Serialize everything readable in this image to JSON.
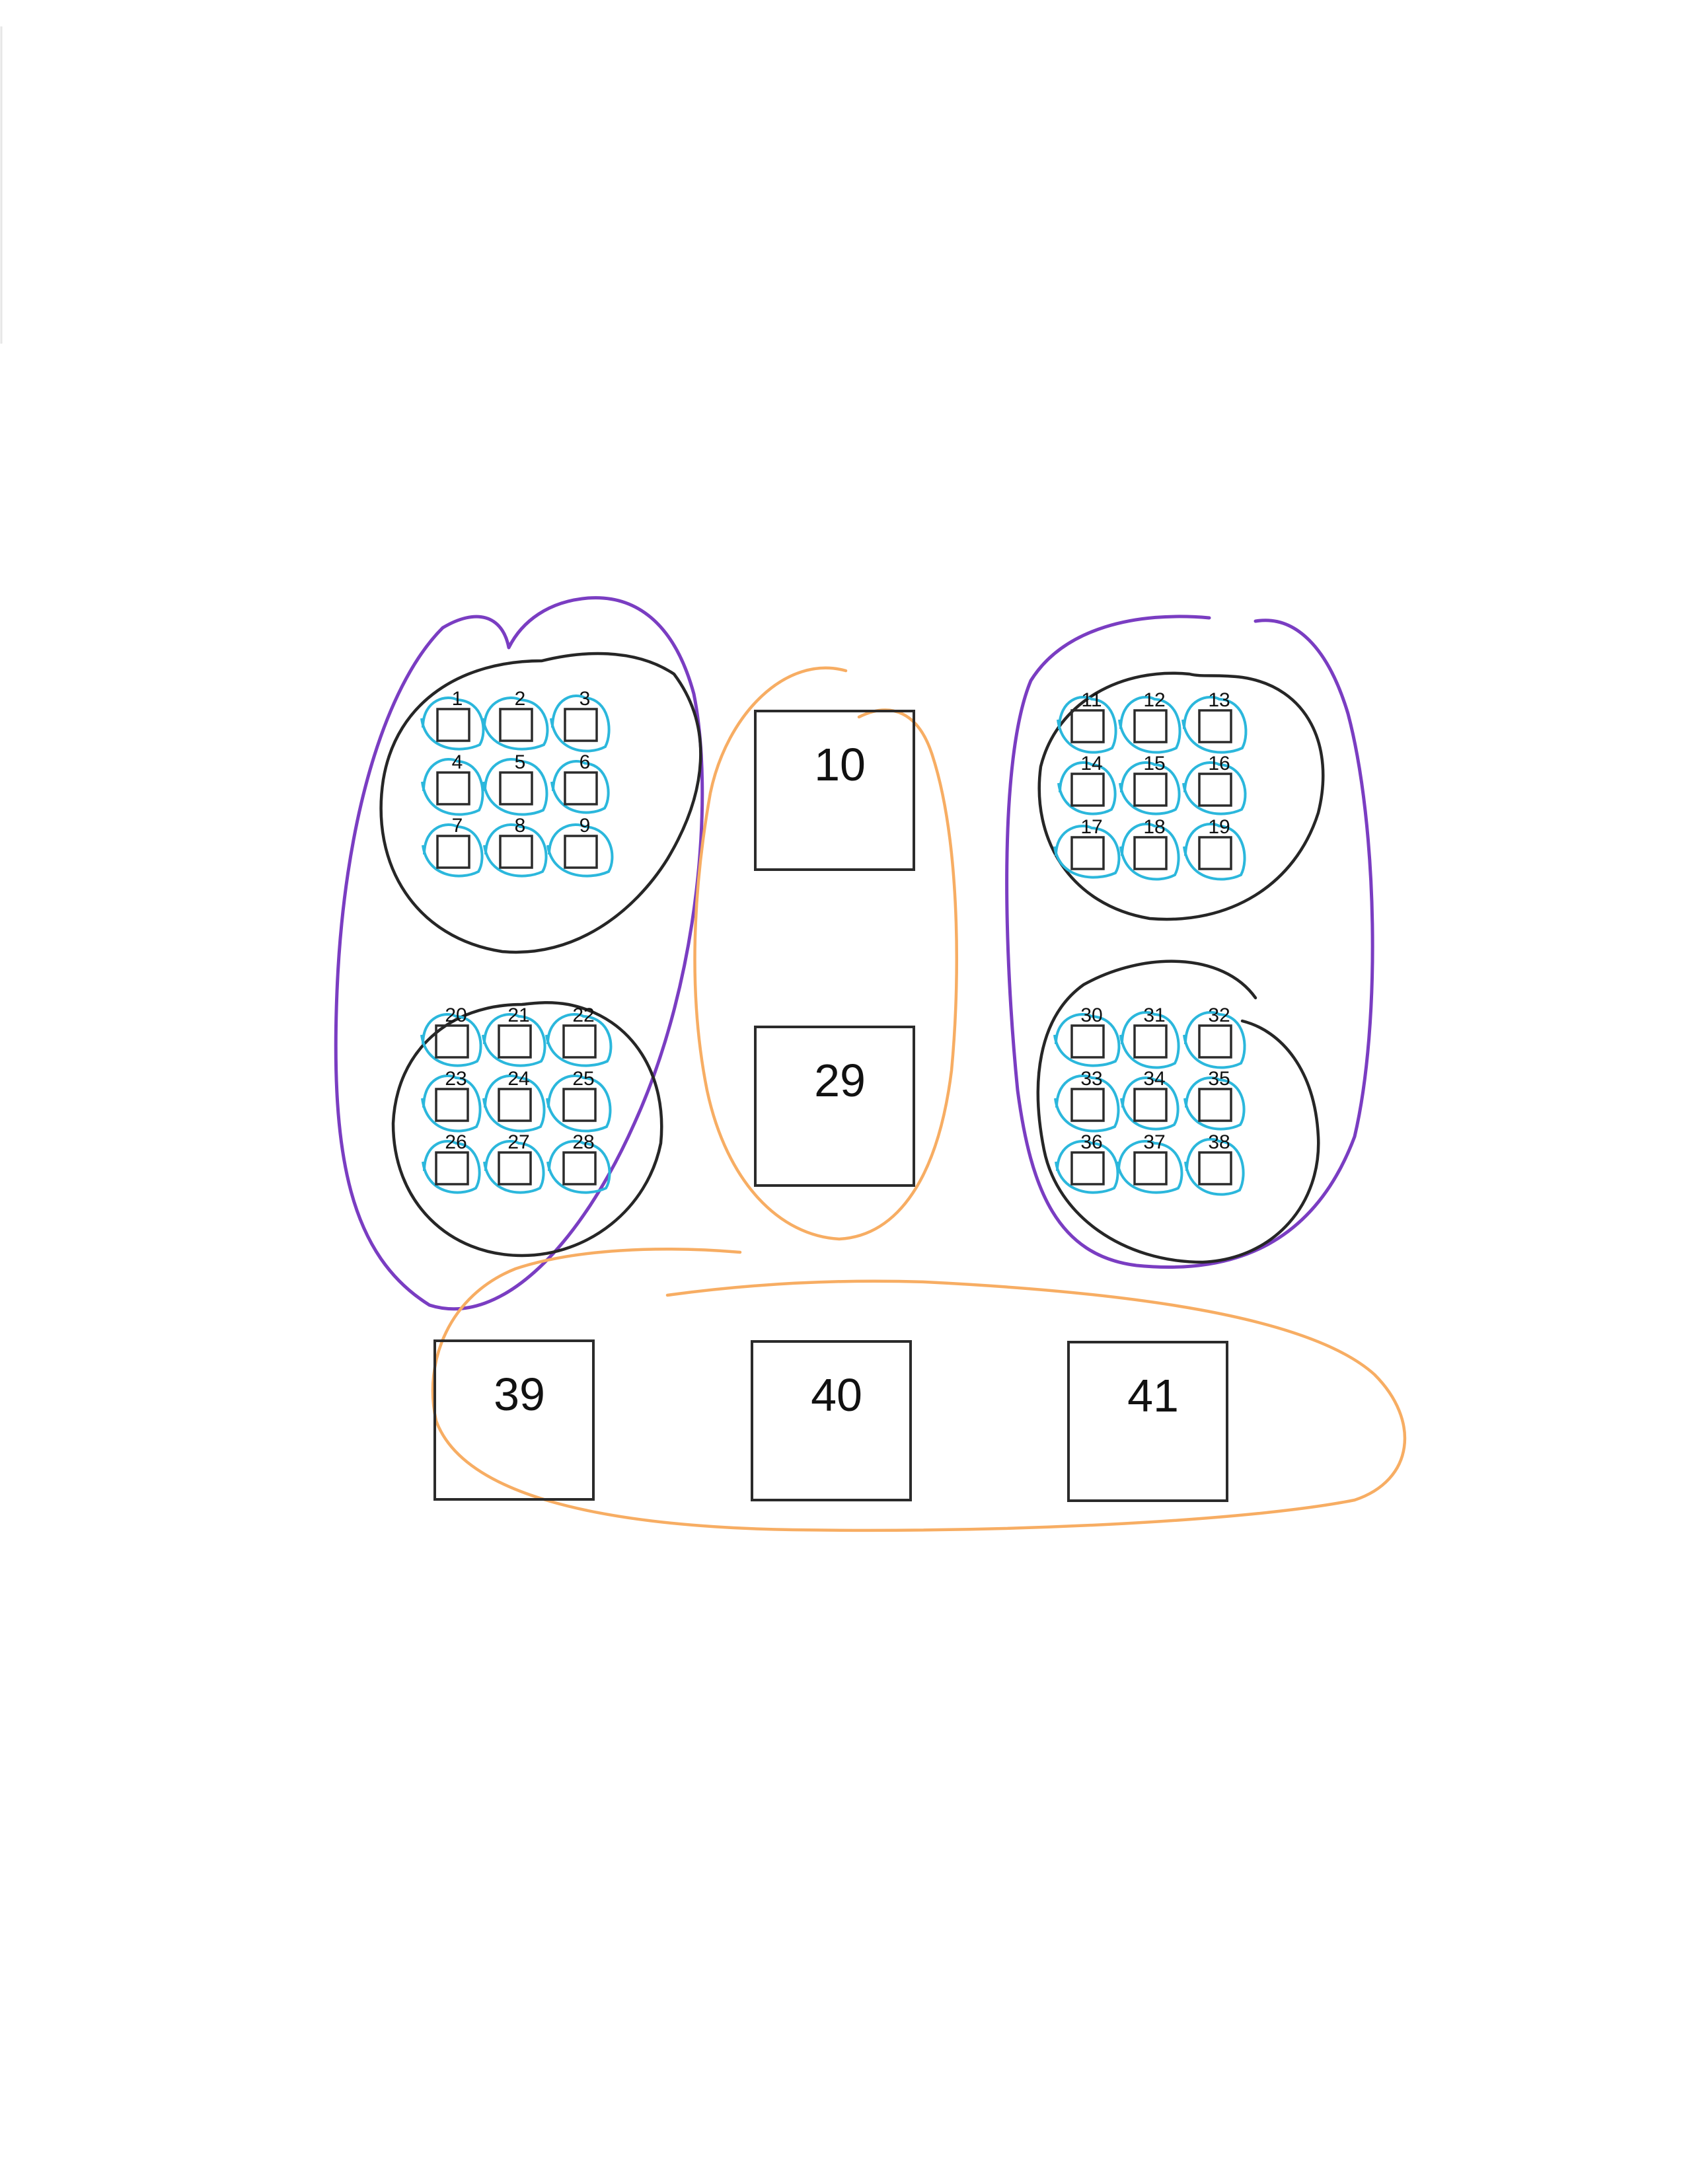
{
  "colors": {
    "box_stroke": "#2b2b2b",
    "ink_black": "#262626",
    "ink_blue": "#2bb7dc",
    "ink_purple": "#7a3dc2",
    "ink_orange": "#f7ad63"
  },
  "groups": [
    {
      "id": "top-left",
      "labels": [
        "1",
        "2",
        "3",
        "4",
        "5",
        "6",
        "7",
        "8",
        "9"
      ]
    },
    {
      "id": "top-right",
      "labels": [
        "11",
        "12",
        "13",
        "14",
        "15",
        "16",
        "17",
        "18",
        "19"
      ]
    },
    {
      "id": "bottom-left",
      "labels": [
        "20",
        "21",
        "22",
        "23",
        "24",
        "25",
        "26",
        "27",
        "28"
      ]
    },
    {
      "id": "bottom-right",
      "labels": [
        "30",
        "31",
        "32",
        "33",
        "34",
        "35",
        "36",
        "37",
        "38"
      ]
    }
  ],
  "large_boxes": [
    {
      "id": "box-10",
      "label": "10"
    },
    {
      "id": "box-29",
      "label": "29"
    },
    {
      "id": "box-39",
      "label": "39"
    },
    {
      "id": "box-40",
      "label": "40"
    },
    {
      "id": "box-41",
      "label": "41"
    }
  ]
}
